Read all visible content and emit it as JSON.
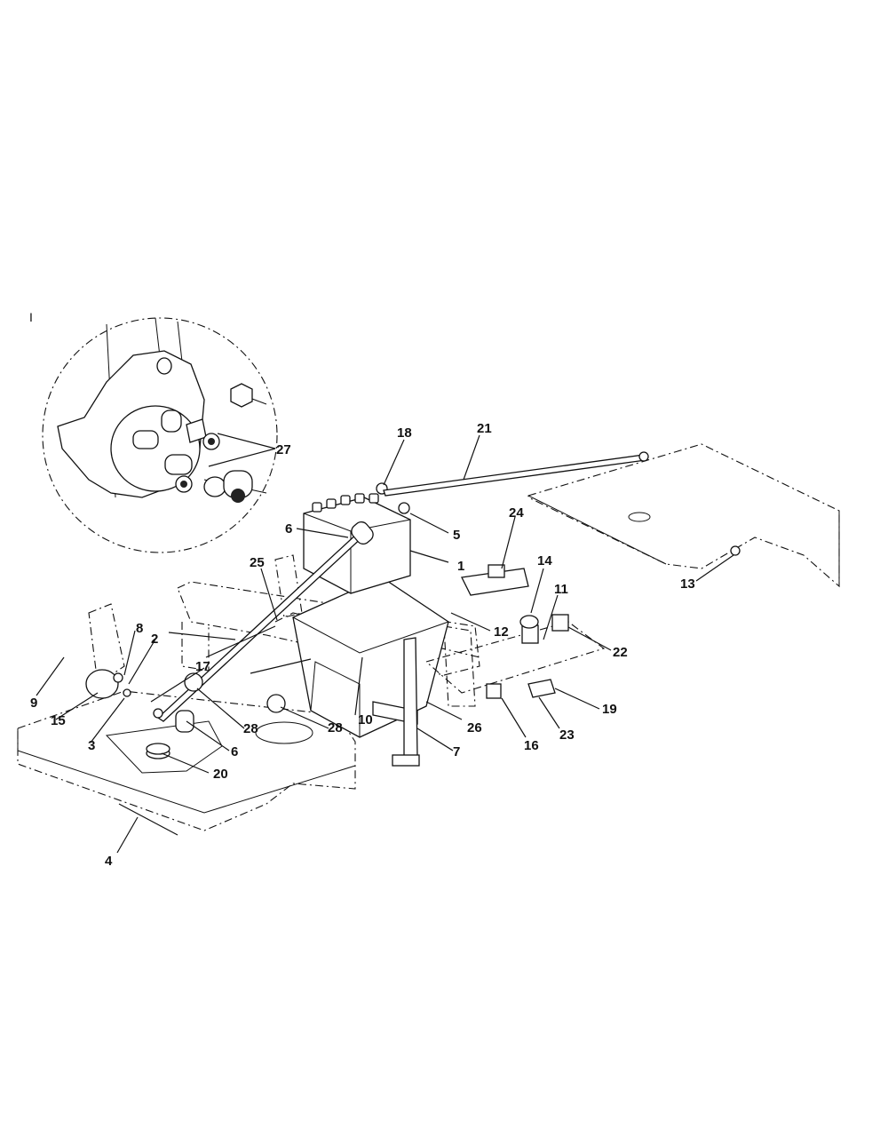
{
  "corner_mark": "I",
  "callouts": [
    {
      "id": "c1",
      "text": "1"
    },
    {
      "id": "c2",
      "text": "2"
    },
    {
      "id": "c3",
      "text": "3"
    },
    {
      "id": "c4",
      "text": "4"
    },
    {
      "id": "c5",
      "text": "5"
    },
    {
      "id": "c6a",
      "text": "6"
    },
    {
      "id": "c6b",
      "text": "6"
    },
    {
      "id": "c7",
      "text": "7"
    },
    {
      "id": "c8",
      "text": "8"
    },
    {
      "id": "c9",
      "text": "9"
    },
    {
      "id": "c10",
      "text": "10"
    },
    {
      "id": "c11",
      "text": "11"
    },
    {
      "id": "c12",
      "text": "12"
    },
    {
      "id": "c13",
      "text": "13"
    },
    {
      "id": "c14",
      "text": "14"
    },
    {
      "id": "c15",
      "text": "15"
    },
    {
      "id": "c16",
      "text": "16"
    },
    {
      "id": "c17",
      "text": "17"
    },
    {
      "id": "c18",
      "text": "18"
    },
    {
      "id": "c19",
      "text": "19"
    },
    {
      "id": "c20",
      "text": "20"
    },
    {
      "id": "c21",
      "text": "21"
    },
    {
      "id": "c22",
      "text": "22"
    },
    {
      "id": "c23",
      "text": "23"
    },
    {
      "id": "c24",
      "text": "24"
    },
    {
      "id": "c25",
      "text": "25"
    },
    {
      "id": "c26",
      "text": "26"
    },
    {
      "id": "c27",
      "text": "27"
    },
    {
      "id": "c28a",
      "text": "28"
    },
    {
      "id": "c28b",
      "text": "28"
    }
  ]
}
